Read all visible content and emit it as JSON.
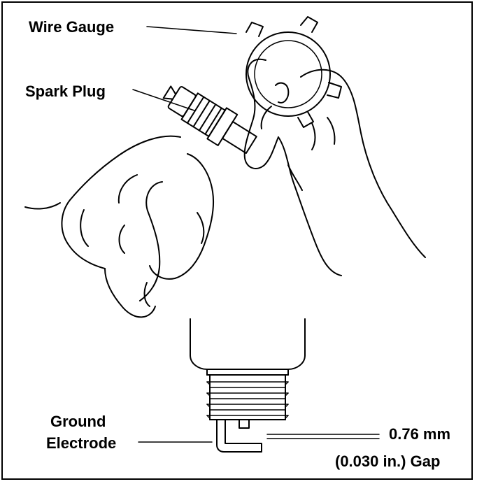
{
  "labels": {
    "wire_gauge": "Wire Gauge",
    "spark_plug": "Spark Plug",
    "ground_line1": "Ground",
    "ground_line2": "Electrode",
    "gap_line1": "0.76 mm",
    "gap_line2": "(0.030 in.) Gap"
  }
}
